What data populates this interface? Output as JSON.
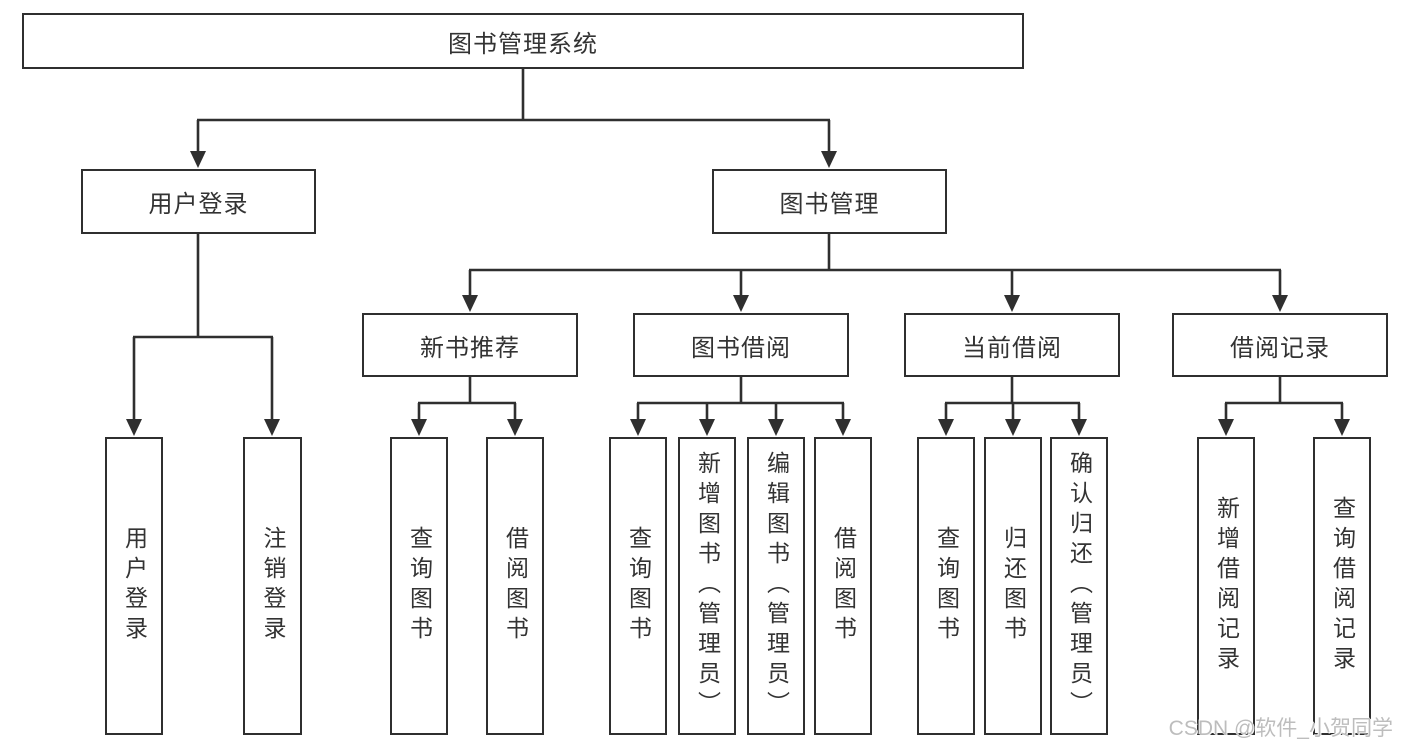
{
  "diagram": {
    "root": {
      "label": "图书管理系统",
      "children": [
        {
          "label": "用户登录",
          "children": [
            {
              "label": "用户登录"
            },
            {
              "label": "注销登录"
            }
          ]
        },
        {
          "label": "图书管理",
          "children": [
            {
              "label": "新书推荐",
              "children": [
                {
                  "label": "查询图书"
                },
                {
                  "label": "借阅图书"
                }
              ]
            },
            {
              "label": "图书借阅",
              "children": [
                {
                  "label": "查询图书"
                },
                {
                  "label": "新增图书（管理员）"
                },
                {
                  "label": "编辑图书（管理员）"
                },
                {
                  "label": "借阅图书"
                }
              ]
            },
            {
              "label": "当前借阅",
              "children": [
                {
                  "label": "查询图书"
                },
                {
                  "label": "归还图书"
                },
                {
                  "label": "确认归还（管理员）"
                }
              ]
            },
            {
              "label": "借阅记录",
              "children": [
                {
                  "label": "新增借阅记录"
                },
                {
                  "label": "查询借阅记录"
                }
              ]
            }
          ]
        }
      ]
    },
    "line_color": "#2f2f2f"
  },
  "watermark": {
    "text": "CSDN @软件_小贺同学"
  }
}
